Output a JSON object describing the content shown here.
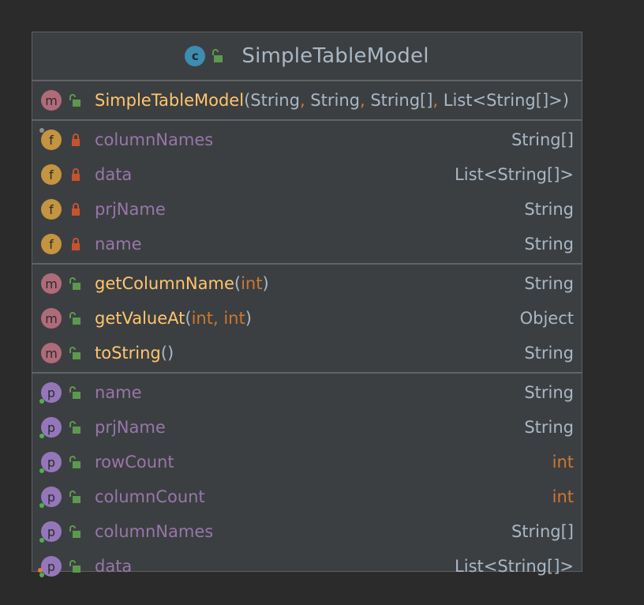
{
  "class": {
    "icon": "class-icon",
    "icon_letter": "c",
    "visibility_icon": "unlock-icon",
    "name": "SimpleTableModel"
  },
  "colors": {
    "background": "#2b2b2b",
    "panel": "#3c3f41",
    "field_text": "#9876aa",
    "method_text": "#ffc66d",
    "type_text": "#a9b7c6",
    "keyword_text": "#cc7832",
    "method_icon": "#b06b7a",
    "field_icon": "#c49440",
    "property_icon": "#9477ba",
    "public_lock": "#5b9a4d",
    "private_lock": "#c7532d"
  },
  "constructors": [
    {
      "icon_letter": "m",
      "name": "SimpleTableModel",
      "params": [
        {
          "text": "(",
          "kind": "plain"
        },
        {
          "text": "String",
          "kind": "plain"
        },
        {
          "text": ",",
          "kind": "keyword"
        },
        {
          "text": " String",
          "kind": "plain"
        },
        {
          "text": ",",
          "kind": "keyword"
        },
        {
          "text": " String[]",
          "kind": "plain"
        },
        {
          "text": ",",
          "kind": "keyword"
        },
        {
          "text": " List<String[]>)",
          "kind": "plain"
        }
      ]
    }
  ],
  "fields": [
    {
      "icon_letter": "f",
      "name": "columnNames",
      "type": "String[]",
      "marker": "gray"
    },
    {
      "icon_letter": "f",
      "name": "data",
      "type": "List<String[]>"
    },
    {
      "icon_letter": "f",
      "name": "prjName",
      "type": "String"
    },
    {
      "icon_letter": "f",
      "name": "name",
      "type": "String"
    }
  ],
  "methods": [
    {
      "icon_letter": "m",
      "name": "getColumnName",
      "params": [
        {
          "text": "(",
          "kind": "plain"
        },
        {
          "text": "int",
          "kind": "keyword"
        },
        {
          "text": ")",
          "kind": "plain"
        }
      ],
      "type": "String"
    },
    {
      "icon_letter": "m",
      "name": "getValueAt",
      "params": [
        {
          "text": "(",
          "kind": "plain"
        },
        {
          "text": "int, int",
          "kind": "keyword"
        },
        {
          "text": ")",
          "kind": "plain"
        }
      ],
      "type": "Object"
    },
    {
      "icon_letter": "m",
      "name": "toString",
      "params": [
        {
          "text": "()",
          "kind": "plain"
        }
      ],
      "type": "String"
    }
  ],
  "properties": [
    {
      "icon_letter": "p",
      "name": "name",
      "type": "String",
      "type_kind": "plain",
      "marker": "green"
    },
    {
      "icon_letter": "p",
      "name": "prjName",
      "type": "String",
      "type_kind": "plain",
      "marker": "green"
    },
    {
      "icon_letter": "p",
      "name": "rowCount",
      "type": "int",
      "type_kind": "keyword",
      "marker": "green"
    },
    {
      "icon_letter": "p",
      "name": "columnCount",
      "type": "int",
      "type_kind": "keyword",
      "marker": "green"
    },
    {
      "icon_letter": "p",
      "name": "columnNames",
      "type": "String[]",
      "type_kind": "plain",
      "marker": "green"
    },
    {
      "icon_letter": "p",
      "name": "data",
      "type": "List<String[]>",
      "type_kind": "plain",
      "marker": "green-orange"
    }
  ]
}
